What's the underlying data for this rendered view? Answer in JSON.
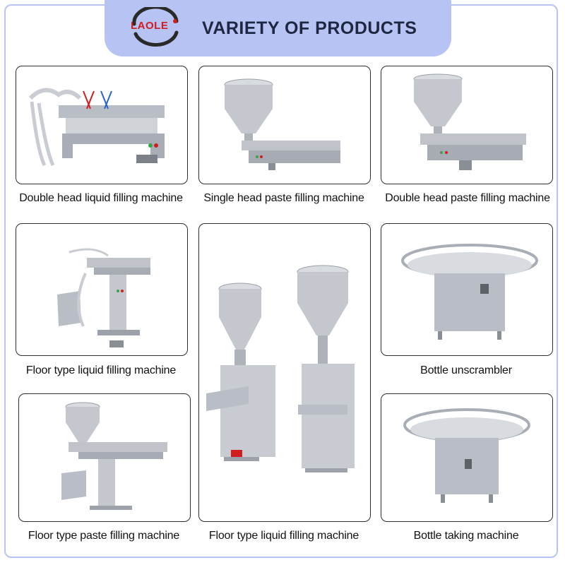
{
  "header": {
    "logo_text": "LAOLE",
    "title": "VARIETY OF PRODUCTS",
    "accent_color": "#b7c3f3",
    "logo_color": "#d11d1d"
  },
  "products": [
    {
      "caption": "Double head liquid filling machine",
      "icon": "double-head-liquid-filler-image"
    },
    {
      "caption": "Single head paste filling machine",
      "icon": "single-head-paste-filler-image"
    },
    {
      "caption": "Double head paste filling machine",
      "icon": "double-head-paste-filler-image"
    },
    {
      "caption": "Floor type liquid filling machine",
      "icon": "floor-liquid-filler-image"
    },
    {
      "caption": "Bottle unscrambler",
      "icon": "bottle-unscrambler-image"
    },
    {
      "caption": "Floor type paste filling machine",
      "icon": "floor-paste-filler-image"
    },
    {
      "caption": "Floor type liquid filling machine",
      "icon": "floor-liquid-filler-pair-image"
    },
    {
      "caption": "Bottle taking machine",
      "icon": "bottle-taking-machine-image"
    }
  ]
}
